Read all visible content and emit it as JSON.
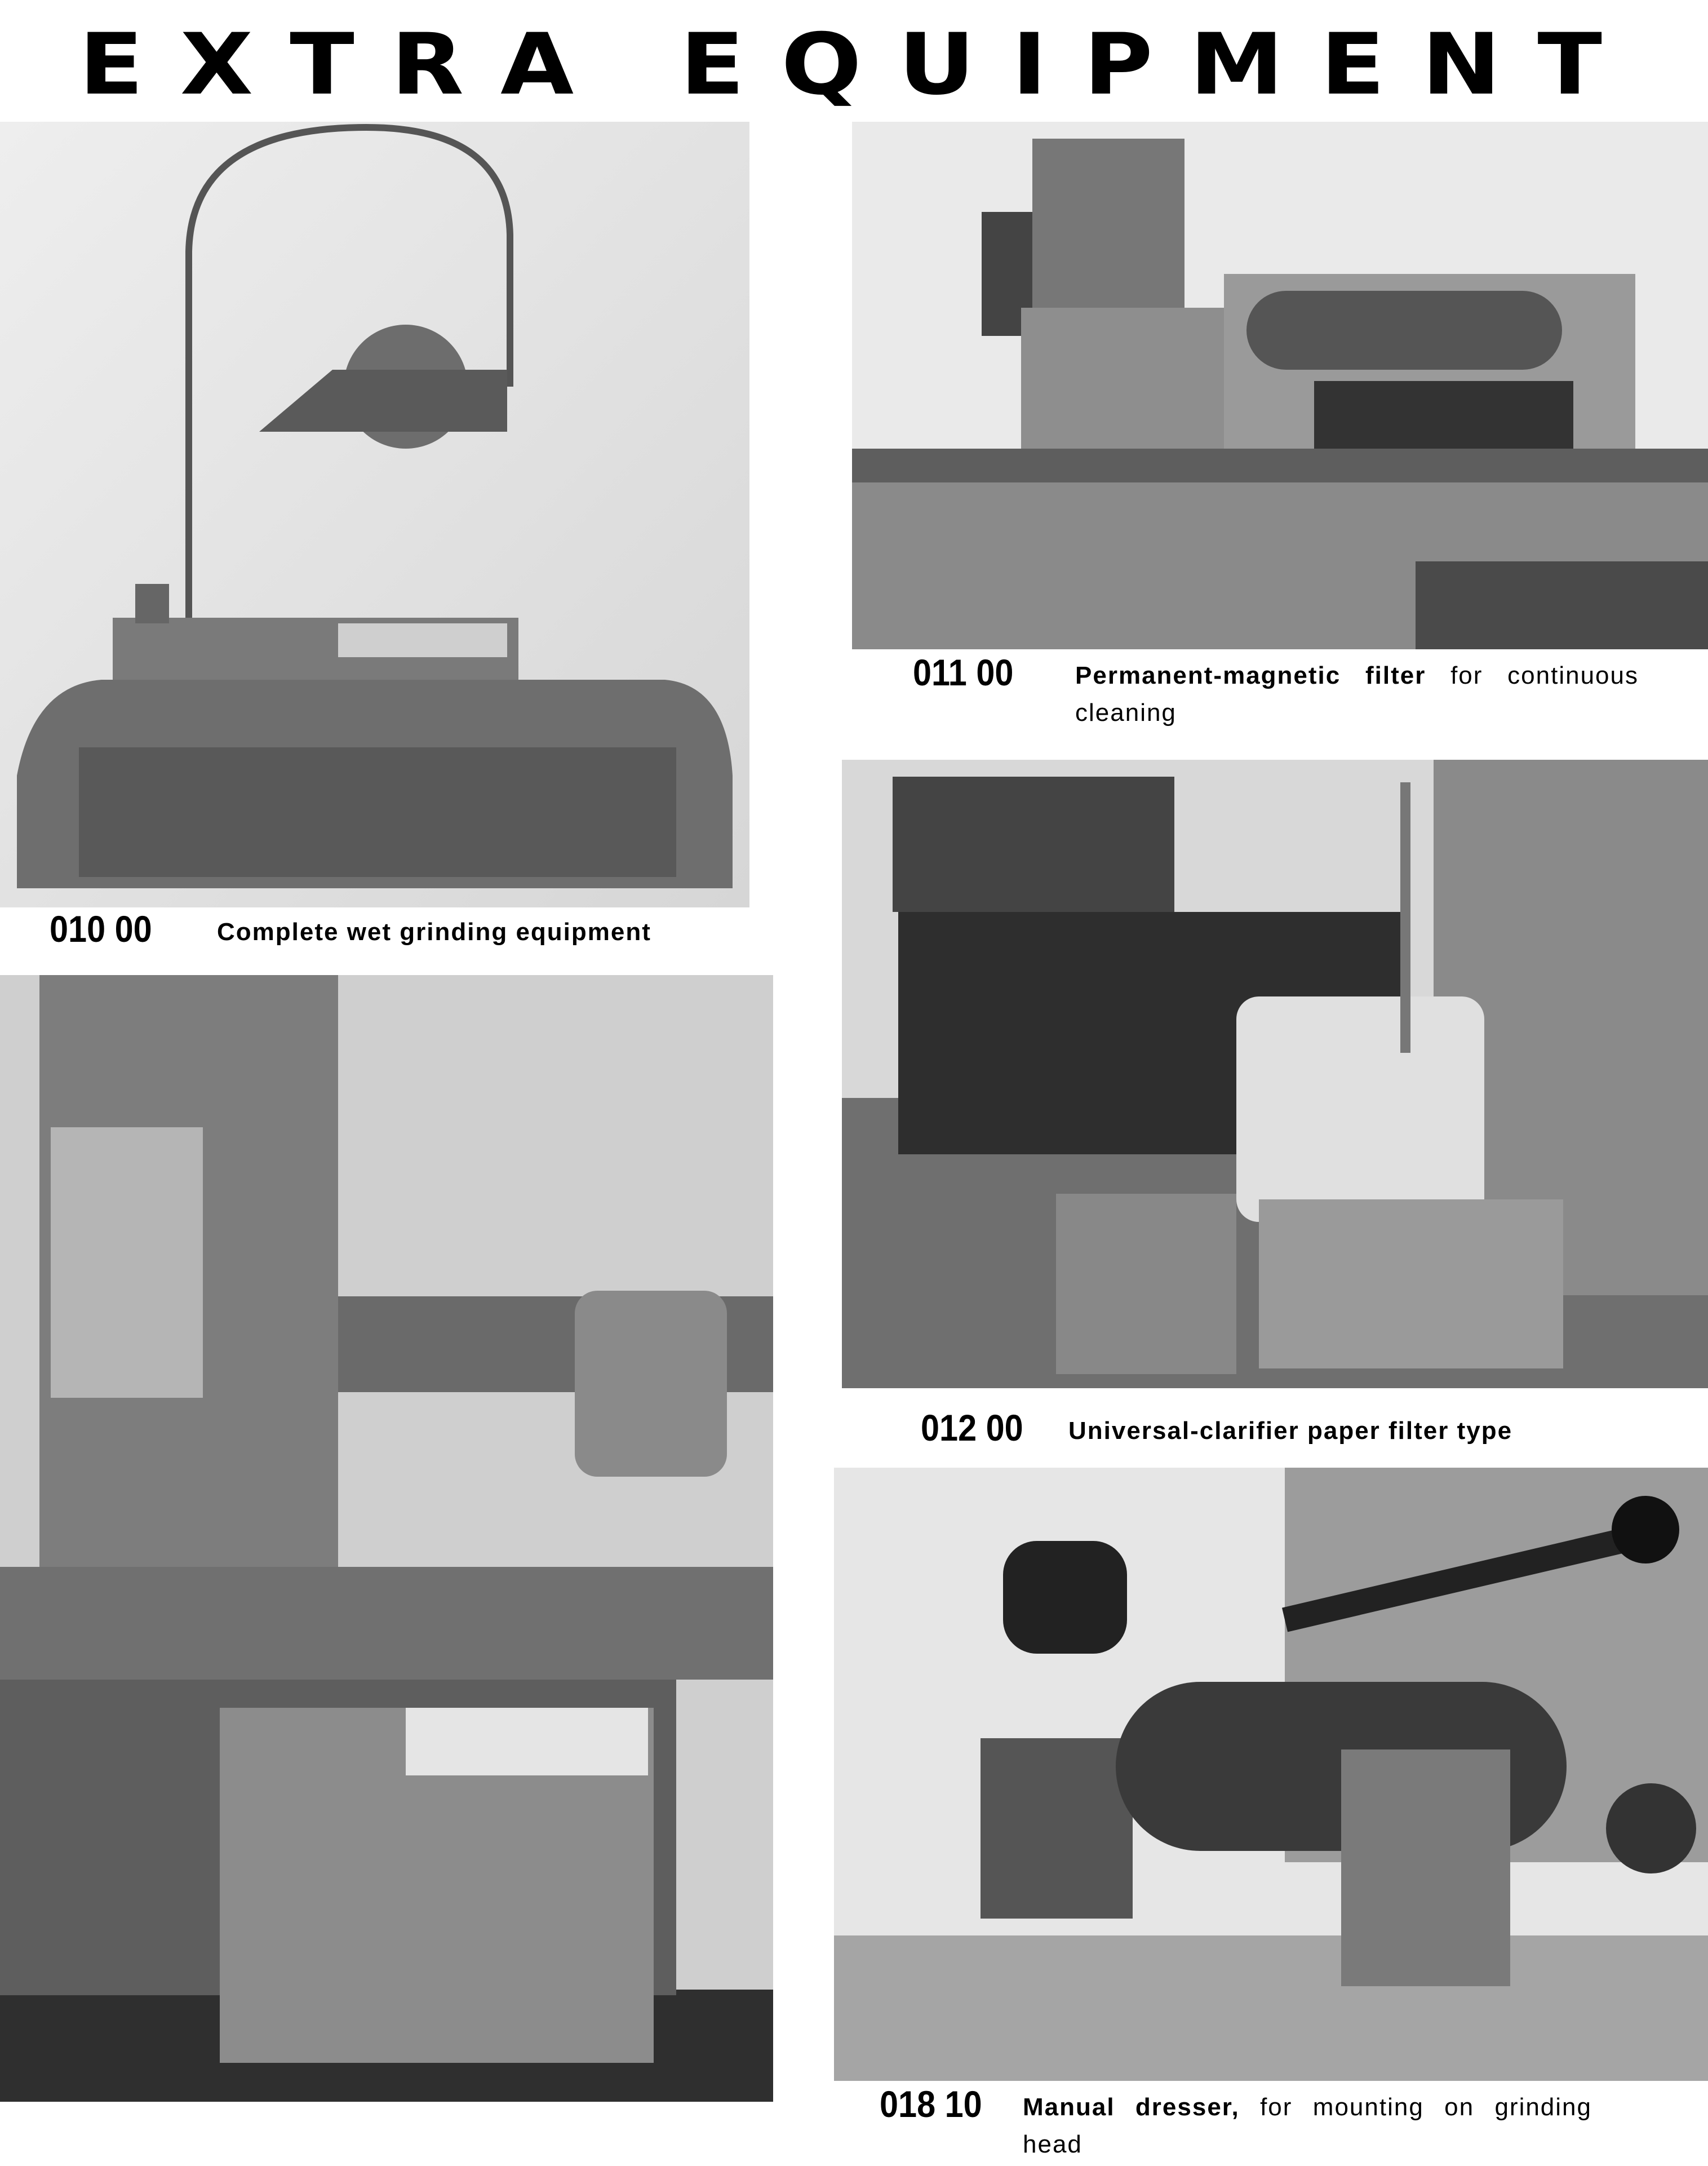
{
  "page": {
    "title": "EXTRA EQUIPMENT"
  },
  "items": [
    {
      "code": "010 00",
      "name": "Complete wet grinding equipment",
      "rest": "",
      "image": "wet-grinding-equipment-photo"
    },
    {
      "code": "011 00",
      "name": "Permanent-magnetic filter",
      "rest": " for continuous cleaning",
      "image": "magnetic-filter-photo"
    },
    {
      "code": "012 00",
      "name": "Universal-clarifier paper filter type",
      "rest": "",
      "image": "paper-filter-photo"
    },
    {
      "code": "018 10",
      "name": "Manual dresser,",
      "rest": " for mounting on grinding head",
      "image": "manual-dresser-photo"
    }
  ]
}
